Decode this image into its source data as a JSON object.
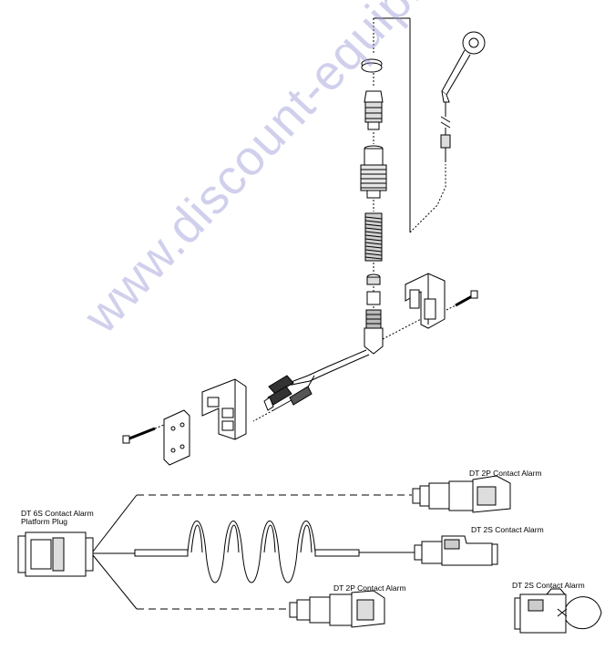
{
  "watermark": "www.discount-equipment.com",
  "labels": {
    "platform_plug_line1": "DT 6S Contact Alarm",
    "platform_plug_line2": "Platform Plug",
    "dt2p_top": "DT 2P Contact Alarm",
    "dt2s_mid": "DT 2S Contact Alarm",
    "dt2p_bottom": "DT 2P Contact Alarm",
    "dt2s_right": "DT 2S Contact Alarm"
  }
}
